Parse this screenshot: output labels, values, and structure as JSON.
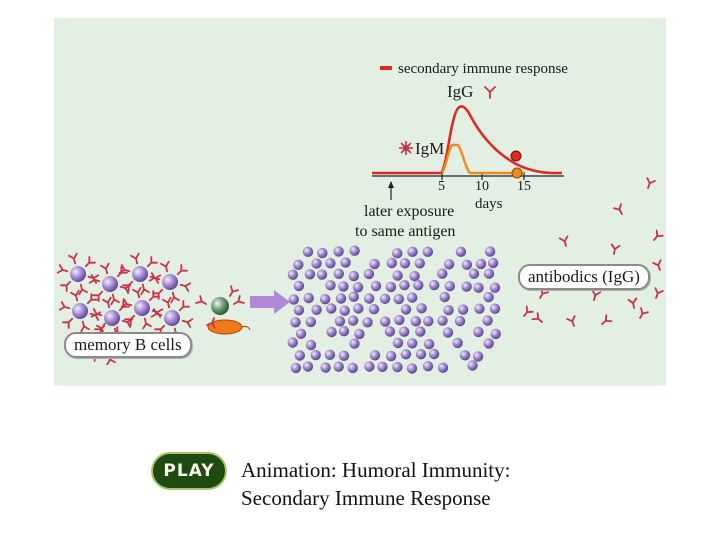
{
  "figure": {
    "legend_secondary": "secondary immune response",
    "igg_label": "IgG",
    "igm_label": "IgM",
    "x_ticks": [
      "5",
      "10",
      "15"
    ],
    "x_unit": "days",
    "exposure_line1": "later exposure",
    "exposure_line2": "to same antigen",
    "memory_cells_label": "memory B cells",
    "antibodies_label": "antibodics (IgG)",
    "colors": {
      "background": "#e3efe3",
      "secondary_curve": "#dd2a22",
      "igm_curve": "#f08a18",
      "cell_purple": "#9a82c8",
      "antibody": "#c8324a",
      "arrow": "#b08ad8"
    }
  },
  "controls": {
    "play_label": "PLAY"
  },
  "caption": {
    "line1": "Animation: Humoral Immunity:",
    "line2": "Secondary Immune Response"
  }
}
